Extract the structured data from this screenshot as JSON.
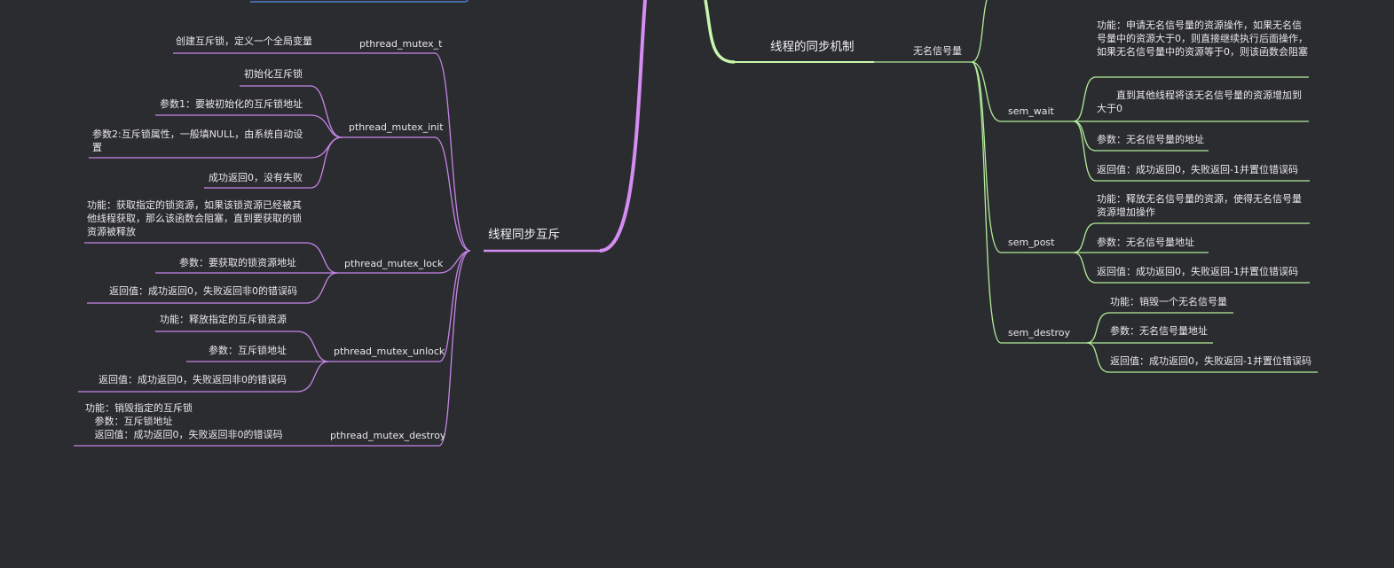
{
  "mutex": {
    "title": "线程同步互斥",
    "t": {
      "name": "pthread_mutex_t",
      "desc": "创建互斥锁，定义一个全局变量"
    },
    "init": {
      "name": "pthread_mutex_init",
      "items": [
        "初始化互斥锁",
        "参数1：要被初始化的互斥锁地址",
        "参数2:互斥锁属性，一般填NULL，由系统自动设置",
        "成功返回0，没有失败"
      ]
    },
    "lock": {
      "name": "pthread_mutex_lock",
      "items": [
        "功能：获取指定的锁资源，如果该锁资源已经被其他线程获取，那么该函数会阻塞，直到要获取的锁资源被释放",
        "参数：要获取的锁资源地址",
        "返回值：成功返回0，失败返回非0的错误码"
      ]
    },
    "unlock": {
      "name": "pthread_mutex_unlock",
      "items": [
        "功能：释放指定的互斥锁资源",
        "参数：互斥锁地址",
        "返回值：成功返回0，失败返回非0的错误码"
      ]
    },
    "destroy": {
      "name": "pthread_mutex_destroy",
      "desc": "功能：销毁指定的互斥锁\n   参数：互斥锁地址\n   返回值：成功返回0，失败返回非0的错误码"
    }
  },
  "sync": {
    "title": "线程的同步机制",
    "sem": "无名信号量",
    "wait": {
      "name": "sem_wait",
      "items": [
        "功能：申请无名信号量的资源操作，如果无名信号量中的资源大于0，则直接继续执行后面操作，如果无名信号量中的资源等于0，则该函数会阻塞",
        "直到其他线程将该无名信号量的资源增加到大于0",
        "参数：无名信号量的地址",
        "返回值：成功返回0，失败返回-1并置位错误码"
      ]
    },
    "post": {
      "name": "sem_post",
      "items": [
        "功能：释放无名信号量的资源，使得无名信号量资源增加操作",
        "参数：无名信号量地址",
        "返回值：成功返回0，失败返回-1并置位错误码"
      ]
    },
    "destroy": {
      "name": "sem_destroy",
      "items": [
        "功能：销毁一个无名信号量",
        "参数：无名信号量地址",
        "返回值：成功返回0，失败返回-1并置位错误码"
      ]
    }
  },
  "colors": {
    "background": "#2b2c30",
    "mutex_branch": "#c685e8",
    "mutex_trunk": "#d58cf3",
    "sync_branch": "#b3ec9a",
    "sync_trunk": "#c8f7ad",
    "top_node_border": "#4d7fc9"
  }
}
